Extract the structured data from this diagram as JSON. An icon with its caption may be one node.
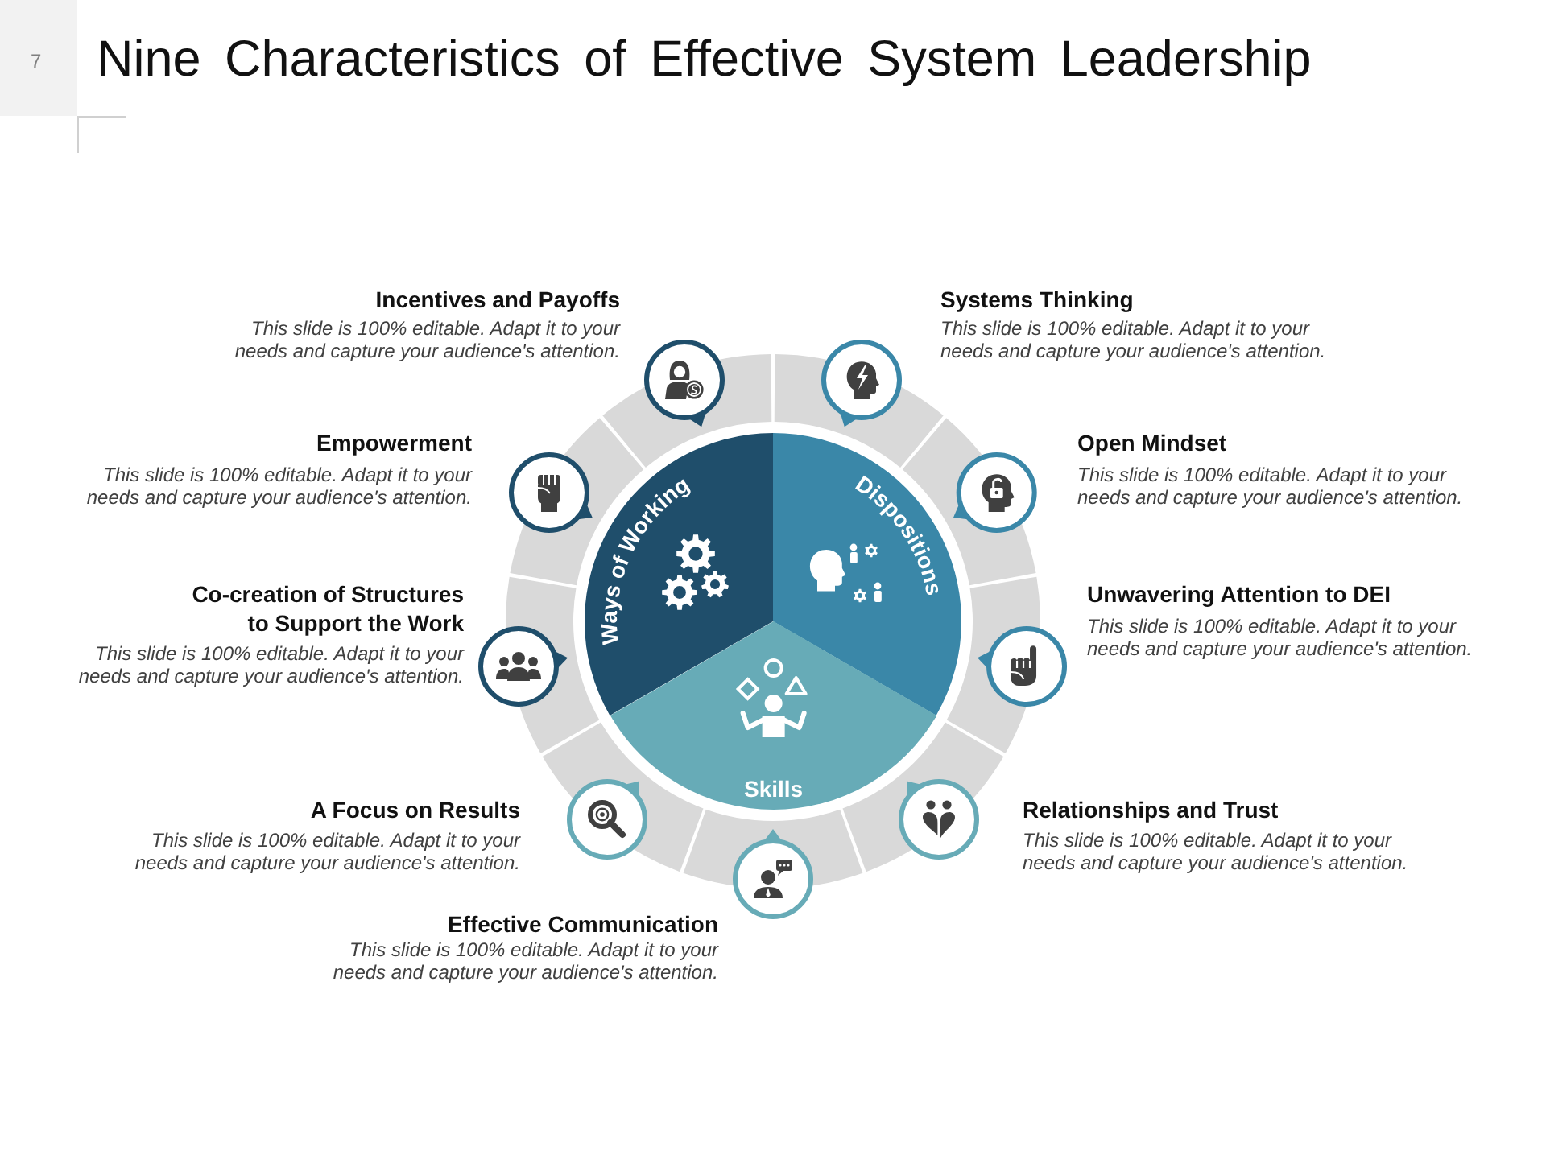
{
  "diagram": {
    "title": "Nine Characteristics of Effective System Leadership",
    "nodes": [
      {
        "text": [
          "Ways of Working"
        ]
      },
      {
        "text": [
          "Dispositions"
        ]
      },
      {
        "text": [
          "Skills"
        ]
      }
    ],
    "labels": [
      "7",
      "Incentives and Payoffs",
      "This slide is 100% editable. Adapt it to your needs and capture your audience's attention.",
      "Systems Thinking",
      "This slide is 100% editable. Adapt it to your needs and capture your audience's attention.",
      "Empowerment",
      "This slide is 100% editable. Adapt it to your needs and capture your audience's attention.",
      "Open Mindset",
      "This slide is 100% editable. Adapt it to your needs and capture your audience's attention.",
      "Co-creation of Structures to Support the Work",
      "This slide is 100% editable. Adapt it to your needs and capture your audience's attention.",
      "Unwavering Attention to DEI",
      "This slide is 100% editable. Adapt it to your needs and capture your audience's attention.",
      "A Focus on Results",
      "This slide is 100% editable. Adapt it to your needs and capture your audience's attention.",
      "Relationships and Trust",
      "This slide is 100% editable. Adapt it to your needs and capture your audience's attention.",
      "Effective Communication",
      "This slide is 100% editable. Adapt it to your needs and capture your audience's attention."
    ]
  }
}
